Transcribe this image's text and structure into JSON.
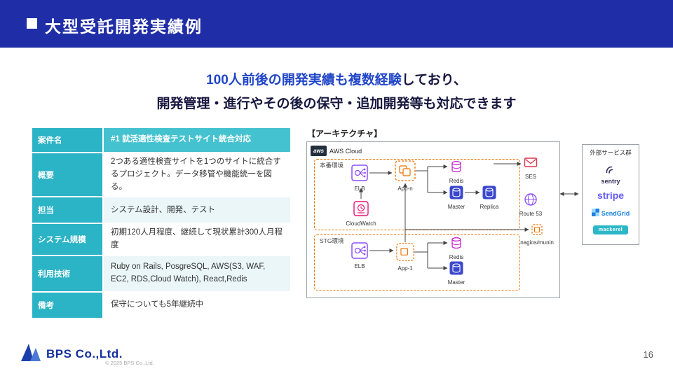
{
  "slide": {
    "title": "大型受託開発実績例",
    "headline": {
      "line1_highlight": "100人前後の開発実績も複数経験",
      "line1_rest": "しており、",
      "line2": "開発管理・進行やその後の保守・追加開発等も対応できます"
    },
    "page_number": "16",
    "footer": {
      "logo_text": "BPS Co.,Ltd.",
      "copyright": "© 2025 BPS Co.,Ltd."
    },
    "colors": {
      "header_bg": "#1F2DA6",
      "headline_blue": "#2146C8",
      "table_teal": "#2BB3C6",
      "aws_orange": "#ED7100",
      "aws_purple": "#8C4FFF"
    }
  },
  "table": {
    "rows": [
      {
        "label": "案件名",
        "value": "#1 就活適性検査テストサイト統合対応"
      },
      {
        "label": "概要",
        "value": "2つある適性検査サイトを1つのサイトに統合するプロジェクト。データ移管や機能統一を図る。"
      },
      {
        "label": "担当",
        "value": "システム設計、開発、テスト"
      },
      {
        "label": "システム規模",
        "value": "初期120人月程度、継続して現状累計300人月程度"
      },
      {
        "label": "利用技術",
        "value": "Ruby on Rails, PosgreSQL, AWS(S3, WAF, EC2, RDS,Cloud Watch), React,Redis"
      },
      {
        "label": "備考",
        "value": "保守についても5年継続中"
      }
    ]
  },
  "diagram": {
    "title": "【アーキテクチャ】",
    "aws_logo": "aws",
    "aws_label": "AWS Cloud",
    "prod_label": "本番環境",
    "stg_label": "STG環境",
    "nodes": {
      "elb_prod": "ELB",
      "app_n": "App-n",
      "redis_prod": "Redis",
      "master_prod": "Master",
      "replica": "Replica",
      "cloudwatch": "CloudWatch",
      "ses": "SES",
      "route53": "Route 53",
      "nagios": "nagios/munin",
      "elb_stg": "ELB",
      "app_1": "App-1",
      "redis_stg": "Redis",
      "master_stg": "Master"
    },
    "external": {
      "title": "外部サービス群",
      "sentry": "sentry",
      "stripe": "stripe",
      "sendgrid": "SendGrid",
      "mackerel": "mackerel"
    }
  }
}
